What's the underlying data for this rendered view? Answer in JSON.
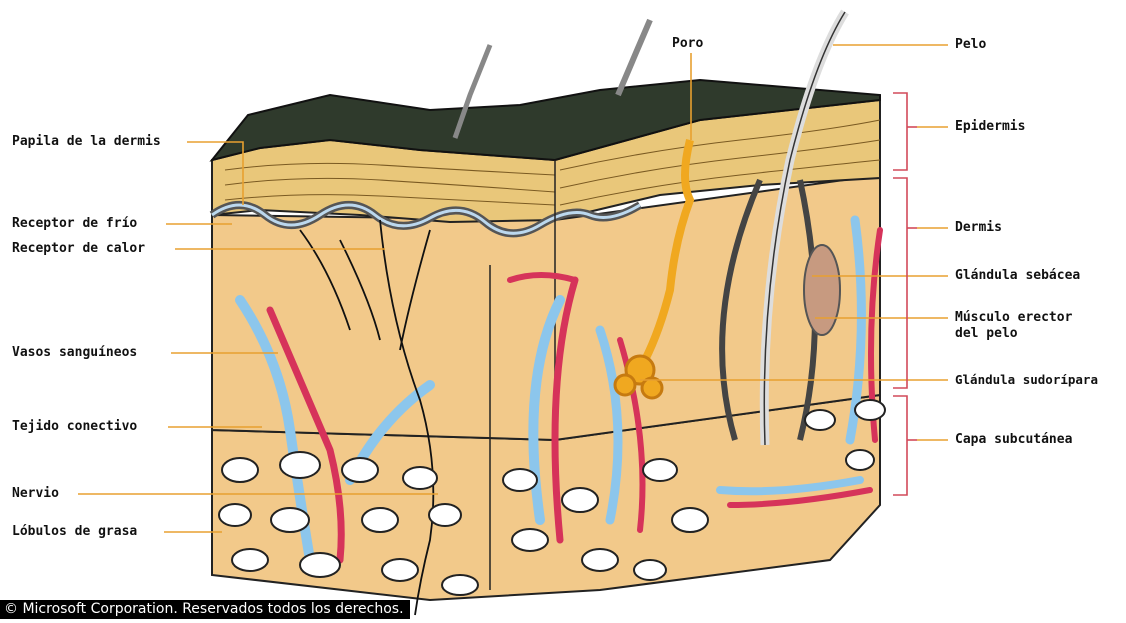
{
  "title": "",
  "labels": {
    "papila": "Papila de la dermis",
    "receptor_frio": "Receptor de frío",
    "receptor_calor": "Receptor de calor",
    "vasos": "Vasos sanguíneos",
    "tejido": "Tejido conectivo",
    "nervio": "Nervio",
    "lobulos": "Lóbulos de grasa",
    "poro": "Poro",
    "pelo": "Pelo",
    "epidermis": "Epidermis",
    "dermis": "Dermis",
    "glandula_sebacea": "Glándula sebácea",
    "musculo": "Músculo erector\ndel pelo",
    "glandula_sudoripara": "Glándula sudorípara",
    "capa_subcutanea": "Capa subcutánea"
  },
  "copyright": "© Microsoft Corporation. Reservados todos los derechos.",
  "colors": {
    "leader_line": "#e8a030",
    "tissue": "#f2c98a",
    "epidermis_top": "#2f3a2c",
    "epidermis_layer": "#e9c77a",
    "artery": "#d6335a",
    "vein": "#8cc6ec",
    "nerve": "#111111",
    "sweat_gland": "#f0a820",
    "fat": "#ffffff"
  }
}
